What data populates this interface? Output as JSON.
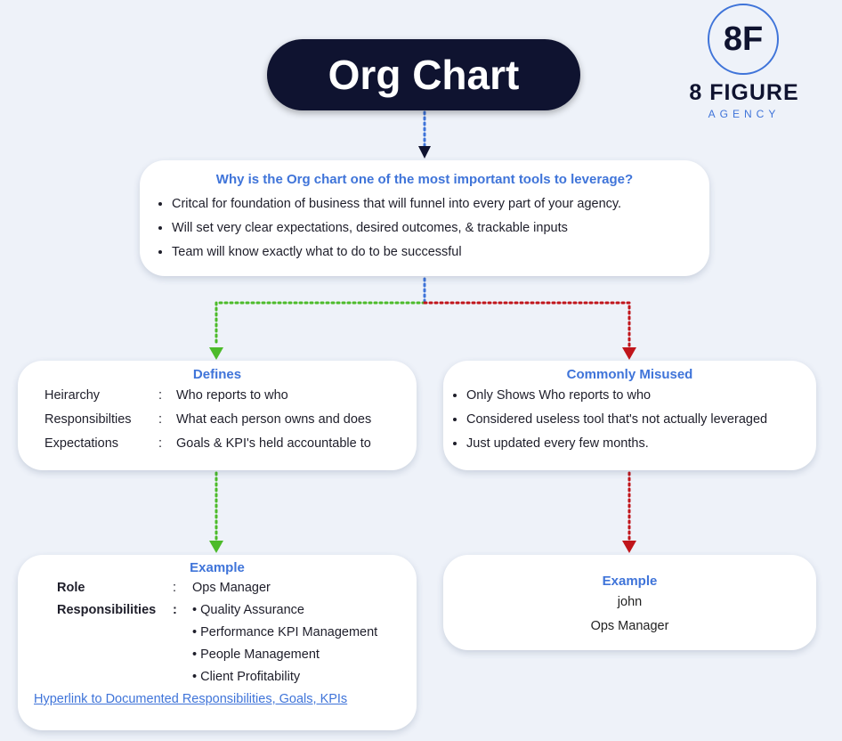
{
  "title": "Org Chart",
  "logo": {
    "mark": "8F",
    "name": "8 FIGURE",
    "sub": "AGENCY",
    "accent": "#3f74d9",
    "dark": "#0f1330"
  },
  "why": {
    "heading": "Why is the Org chart one of the most important tools to leverage?",
    "bullets": [
      "Critcal for foundation of business that will funnel into every part of your agency.",
      "Will set very clear expectations, desired outcomes, & trackable inputs",
      "Team will know exactly what to do to be successful"
    ]
  },
  "defines": {
    "heading": "Defines",
    "rows": [
      {
        "label": "Heirarchy",
        "value": "Who reports to who"
      },
      {
        "label": "Responsibilties",
        "value": "What each person owns and does"
      },
      {
        "label": "Expectations",
        "value": "Goals & KPI's held accountable to"
      }
    ]
  },
  "misused": {
    "heading": "Commonly Misused",
    "bullets": [
      "Only Shows Who reports to who",
      "Considered useless tool that's not actually leveraged",
      "Just updated every few months."
    ]
  },
  "example_left": {
    "heading": "Example",
    "role_label": "Role",
    "role_value": "Ops Manager",
    "resp_label": "Responsibilities",
    "responsibilities": [
      "Quality Assurance",
      "Performance KPI Management",
      "People Management",
      "Client Profitability"
    ],
    "link": "Hyperlink to Documented Responsibilities, Goals, KPIs"
  },
  "example_right": {
    "heading": "Example",
    "name": "john",
    "role": "Ops Manager"
  },
  "colors": {
    "green": "#4cbb2a",
    "red": "#c0151b",
    "blue": "#3f74d9"
  }
}
